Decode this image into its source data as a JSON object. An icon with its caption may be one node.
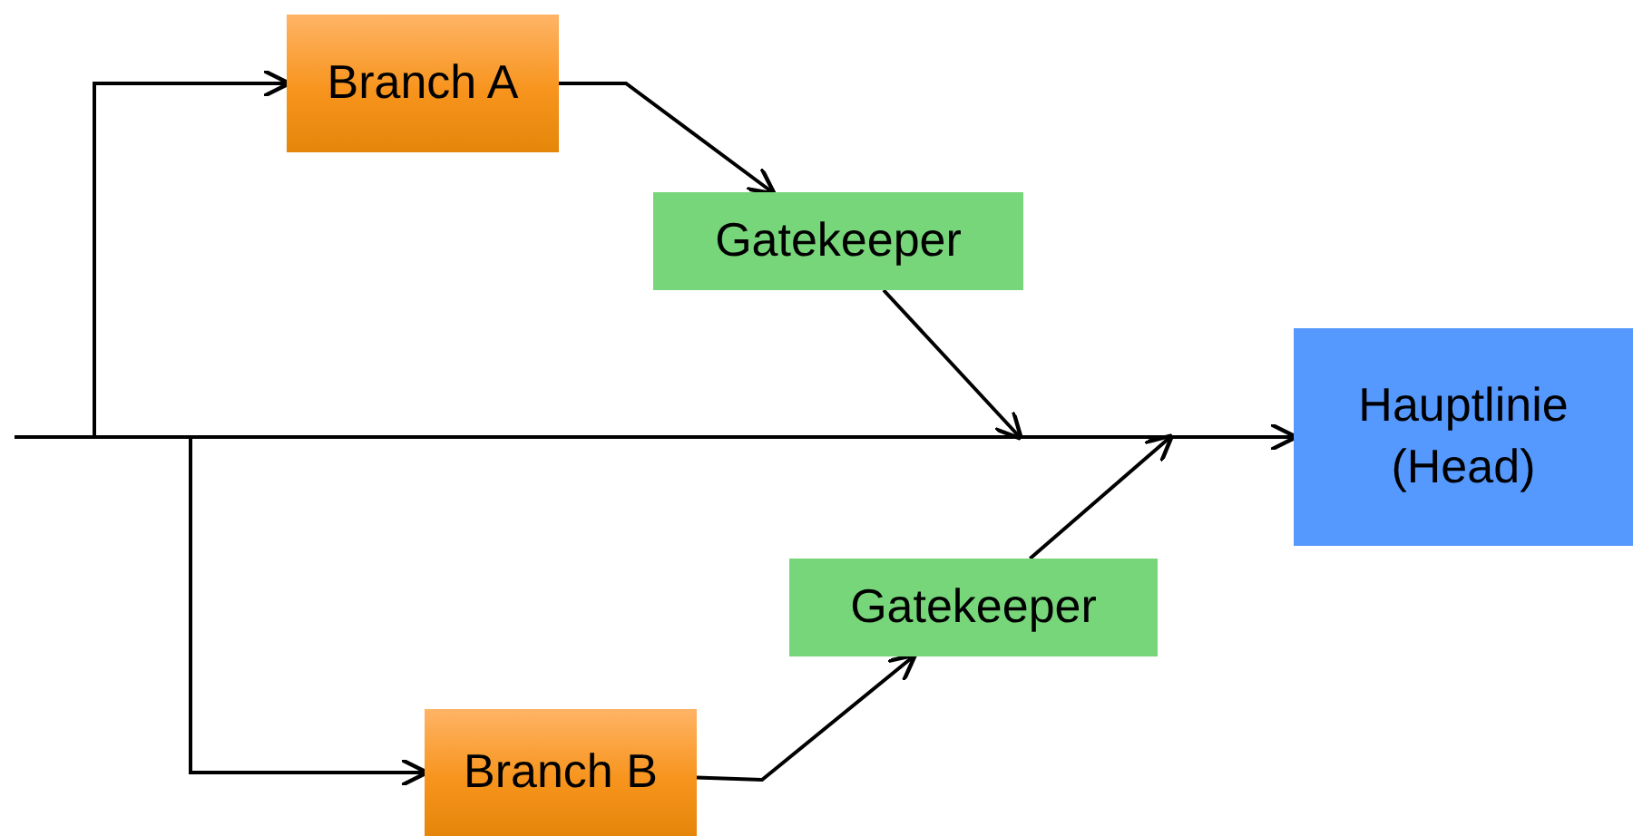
{
  "diagram": {
    "nodes": [
      {
        "text": [
          "Branch A"
        ]
      },
      {
        "text": [
          "Gatekeeper"
        ]
      },
      {
        "text": [
          "Hauptlinie (Head)"
        ]
      },
      {
        "text": [
          "Gatekeeper"
        ]
      },
      {
        "text": [
          "Branch B"
        ]
      }
    ],
    "edges": [
      {
        "from": null,
        "to": 2,
        "arrow": "to"
      },
      {
        "from": null,
        "to": 0,
        "arrow": "to"
      },
      {
        "from": null,
        "to": 4,
        "arrow": "to"
      },
      {
        "from": 0,
        "to": 1,
        "arrow": "to"
      },
      {
        "from": 1,
        "to": null,
        "arrow": "to"
      },
      {
        "from": 4,
        "to": 3,
        "arrow": "to"
      },
      {
        "from": 3,
        "to": null,
        "arrow": "to"
      }
    ]
  }
}
